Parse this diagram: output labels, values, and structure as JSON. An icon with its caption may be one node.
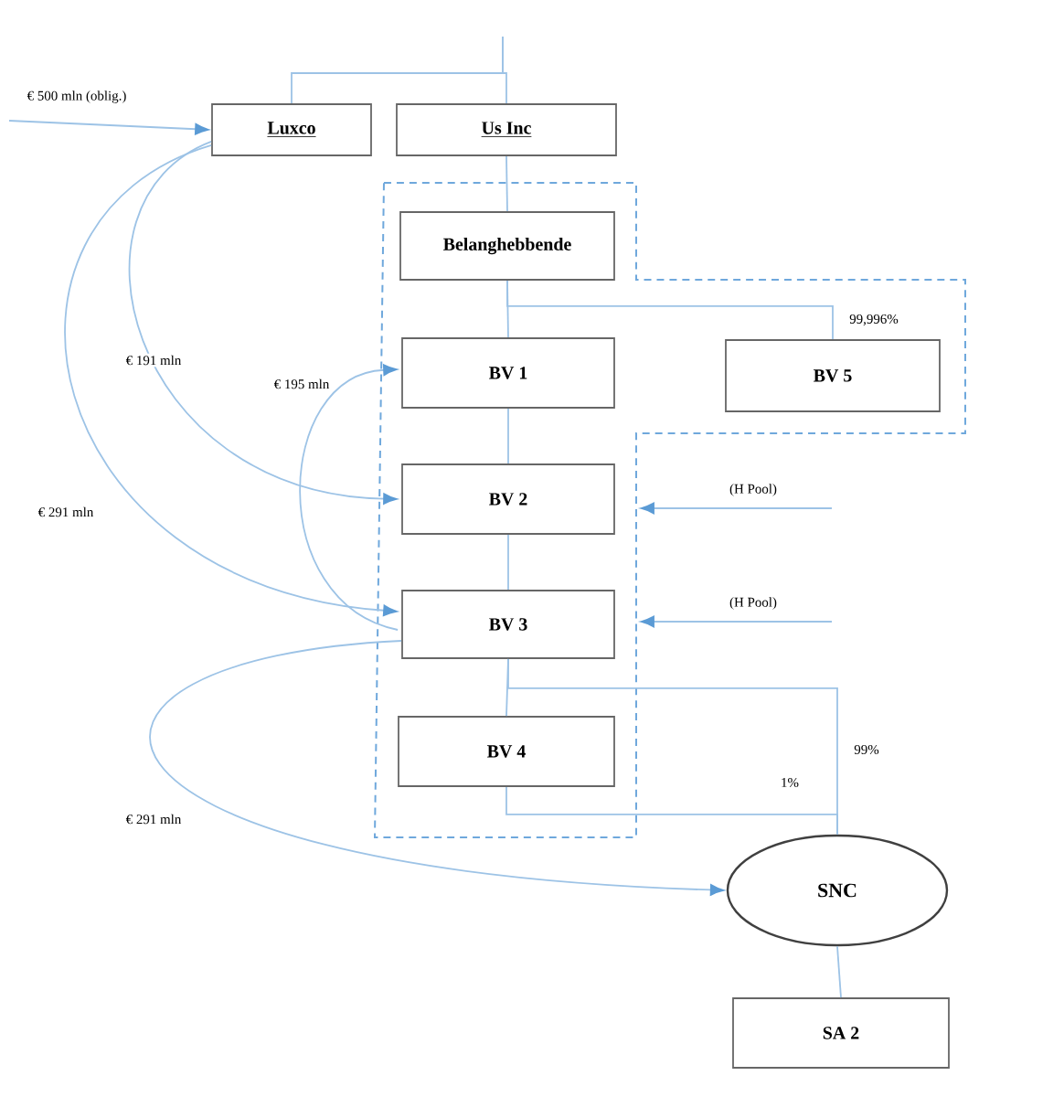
{
  "diagram": {
    "nodes": [
      {
        "text": [
          "Luxco"
        ]
      },
      {
        "text": [
          "Us Inc"
        ]
      },
      {
        "text": [],
        "shape": "polygon"
      },
      {
        "text": [
          "Belanghebbende"
        ],
        "in": 2
      },
      {
        "text": [
          "BV 1"
        ],
        "in": 2
      },
      {
        "text": [
          "BV 5"
        ],
        "in": 2
      },
      {
        "text": [
          "BV 2"
        ],
        "in": 2
      },
      {
        "text": [
          "BV 3"
        ],
        "in": 2
      },
      {
        "text": [
          "BV 4"
        ],
        "in": 2
      },
      {
        "text": [
          "SNC"
        ]
      },
      {
        "text": [
          "SA 2"
        ]
      }
    ],
    "edges": [
      {
        "from": null,
        "to": 0,
        "arrow": "to",
        "label": "€ 500 mln (oblig.)"
      },
      {
        "from": null,
        "to": 0,
        "arrow": "none"
      },
      {
        "from": null,
        "to": 1,
        "arrow": "none"
      },
      {
        "from": 1,
        "to": 3,
        "arrow": "none"
      },
      {
        "from": 3,
        "to": 4,
        "arrow": "none"
      },
      {
        "from": 3,
        "to": 5,
        "arrow": "none",
        "label": "99,996%"
      },
      {
        "from": 4,
        "to": 6,
        "arrow": "none"
      },
      {
        "from": 6,
        "to": 7,
        "arrow": "none"
      },
      {
        "from": 7,
        "to": 8,
        "arrow": "none"
      },
      {
        "from": 7,
        "to": 9,
        "arrow": "none",
        "label": "99%"
      },
      {
        "from": 8,
        "to": 9,
        "arrow": "none",
        "label": "1%"
      },
      {
        "from": 9,
        "to": 10,
        "arrow": "none"
      },
      {
        "from": 0,
        "to": 6,
        "arrow": "to",
        "label": "€ 191 mln"
      },
      {
        "from": 0,
        "to": 7,
        "arrow": "to",
        "label": "€ 291 mln"
      },
      {
        "from": 7,
        "to": 4,
        "arrow": "to",
        "label": "€ 195 mln"
      },
      {
        "from": 7,
        "to": 9,
        "arrow": "to",
        "label": "€ 291 mln"
      },
      {
        "from": null,
        "to": 2,
        "arrow": "to",
        "label": "(H Pool)"
      },
      {
        "from": null,
        "to": 2,
        "arrow": "to",
        "label": "(H Pool)"
      }
    ]
  }
}
